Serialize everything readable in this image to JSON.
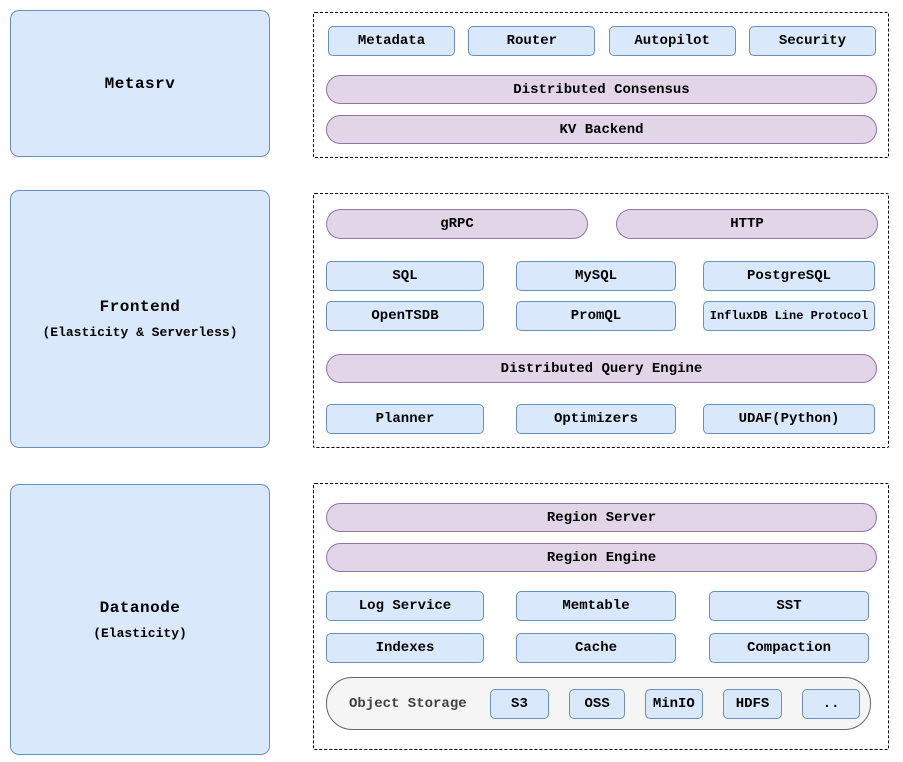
{
  "colors": {
    "node_fill": "#dae8fc",
    "node_border": "#6c8ebf",
    "layer_fill": "#e1d5e7",
    "layer_border": "#9673a6",
    "storage_fill": "#f5f5f5",
    "storage_border": "#666666",
    "panel_dash": "#000000"
  },
  "metasrv": {
    "label": "Metasrv",
    "components": [
      "Metadata",
      "Router",
      "Autopilot",
      "Security"
    ],
    "layers": [
      "Distributed Consensus",
      "KV Backend"
    ]
  },
  "frontend": {
    "label": "Frontend",
    "sublabel": "(Elasticity & Serverless)",
    "protocols": [
      "gRPC",
      "HTTP"
    ],
    "apis_row1": [
      "SQL",
      "MySQL",
      "PostgreSQL"
    ],
    "apis_row2": [
      "OpenTSDB",
      "PromQL",
      "InfluxDB Line Protocol"
    ],
    "engine": "Distributed Query Engine",
    "engine_parts": [
      "Planner",
      "Optimizers",
      "UDAF(Python)"
    ]
  },
  "datanode": {
    "label": "Datanode",
    "sublabel": "(Elasticity)",
    "layers": [
      "Region Server",
      "Region Engine"
    ],
    "parts_row1": [
      "Log Service",
      "Memtable",
      "SST"
    ],
    "parts_row2": [
      "Indexes",
      "Cache",
      "Compaction"
    ],
    "object_storage": {
      "label": "Object Storage",
      "backends": [
        "S3",
        "OSS",
        "MinIO",
        "HDFS",
        ".."
      ]
    }
  }
}
